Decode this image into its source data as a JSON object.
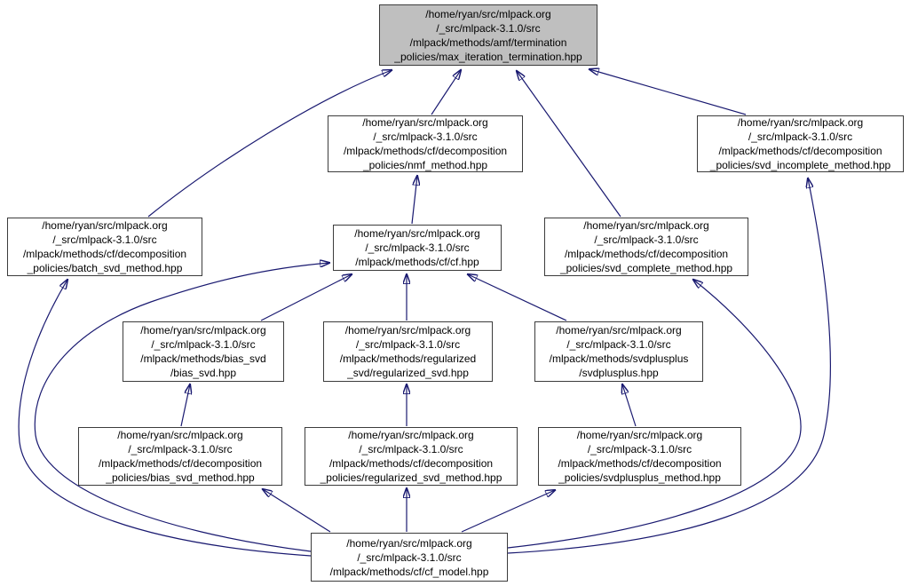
{
  "graph": {
    "type": "doxygen-include-dependency-graph",
    "background_color": "#ffffff",
    "edge_color": "#191970",
    "node_border_color": "#3c3c3c",
    "node_fill_color": "#ffffff",
    "highlighted_node_fill_color": "#bfbfbf",
    "nodes": {
      "max_iteration_termination": {
        "highlighted": true,
        "lines": [
          "/home/ryan/src/mlpack.org",
          "/_src/mlpack-3.1.0/src",
          "/mlpack/methods/amf/termination",
          "_policies/max_iteration_termination.hpp"
        ]
      },
      "nmf_method": {
        "highlighted": false,
        "lines": [
          "/home/ryan/src/mlpack.org",
          "/_src/mlpack-3.1.0/src",
          "/mlpack/methods/cf/decomposition",
          "_policies/nmf_method.hpp"
        ]
      },
      "svd_incomplete_method": {
        "highlighted": false,
        "lines": [
          "/home/ryan/src/mlpack.org",
          "/_src/mlpack-3.1.0/src",
          "/mlpack/methods/cf/decomposition",
          "_policies/svd_incomplete_method.hpp"
        ]
      },
      "batch_svd_method": {
        "highlighted": false,
        "lines": [
          "/home/ryan/src/mlpack.org",
          "/_src/mlpack-3.1.0/src",
          "/mlpack/methods/cf/decomposition",
          "_policies/batch_svd_method.hpp"
        ]
      },
      "cf": {
        "highlighted": false,
        "lines": [
          "/home/ryan/src/mlpack.org",
          "/_src/mlpack-3.1.0/src",
          "/mlpack/methods/cf/cf.hpp"
        ]
      },
      "svd_complete_method": {
        "highlighted": false,
        "lines": [
          "/home/ryan/src/mlpack.org",
          "/_src/mlpack-3.1.0/src",
          "/mlpack/methods/cf/decomposition",
          "_policies/svd_complete_method.hpp"
        ]
      },
      "bias_svd": {
        "highlighted": false,
        "lines": [
          "/home/ryan/src/mlpack.org",
          "/_src/mlpack-3.1.0/src",
          "/mlpack/methods/bias_svd",
          "/bias_svd.hpp"
        ]
      },
      "regularized_svd": {
        "highlighted": false,
        "lines": [
          "/home/ryan/src/mlpack.org",
          "/_src/mlpack-3.1.0/src",
          "/mlpack/methods/regularized",
          "_svd/regularized_svd.hpp"
        ]
      },
      "svdplusplus": {
        "highlighted": false,
        "lines": [
          "/home/ryan/src/mlpack.org",
          "/_src/mlpack-3.1.0/src",
          "/mlpack/methods/svdplusplus",
          "/svdplusplus.hpp"
        ]
      },
      "bias_svd_method": {
        "highlighted": false,
        "lines": [
          "/home/ryan/src/mlpack.org",
          "/_src/mlpack-3.1.0/src",
          "/mlpack/methods/cf/decomposition",
          "_policies/bias_svd_method.hpp"
        ]
      },
      "regularized_svd_method": {
        "highlighted": false,
        "lines": [
          "/home/ryan/src/mlpack.org",
          "/_src/mlpack-3.1.0/src",
          "/mlpack/methods/cf/decomposition",
          "_policies/regularized_svd_method.hpp"
        ]
      },
      "svdplusplus_method": {
        "highlighted": false,
        "lines": [
          "/home/ryan/src/mlpack.org",
          "/_src/mlpack-3.1.0/src",
          "/mlpack/methods/cf/decomposition",
          "_policies/svdplusplus_method.hpp"
        ]
      },
      "cf_model": {
        "highlighted": false,
        "lines": [
          "/home/ryan/src/mlpack.org",
          "/_src/mlpack-3.1.0/src",
          "/mlpack/methods/cf/cf_model.hpp"
        ]
      }
    },
    "edges": [
      {
        "from": "batch_svd_method",
        "to": "max_iteration_termination"
      },
      {
        "from": "nmf_method",
        "to": "max_iteration_termination"
      },
      {
        "from": "svd_complete_method",
        "to": "max_iteration_termination"
      },
      {
        "from": "svd_incomplete_method",
        "to": "max_iteration_termination"
      },
      {
        "from": "cf",
        "to": "nmf_method"
      },
      {
        "from": "bias_svd",
        "to": "cf"
      },
      {
        "from": "regularized_svd",
        "to": "cf"
      },
      {
        "from": "svdplusplus",
        "to": "cf"
      },
      {
        "from": "cf_model",
        "to": "cf"
      },
      {
        "from": "cf_model",
        "to": "batch_svd_method"
      },
      {
        "from": "bias_svd_method",
        "to": "bias_svd"
      },
      {
        "from": "regularized_svd_method",
        "to": "regularized_svd"
      },
      {
        "from": "svdplusplus_method",
        "to": "svdplusplus"
      },
      {
        "from": "cf_model",
        "to": "bias_svd_method"
      },
      {
        "from": "cf_model",
        "to": "regularized_svd_method"
      },
      {
        "from": "cf_model",
        "to": "svdplusplus_method"
      },
      {
        "from": "cf_model",
        "to": "svd_complete_method"
      },
      {
        "from": "cf_model",
        "to": "svd_incomplete_method"
      }
    ]
  }
}
